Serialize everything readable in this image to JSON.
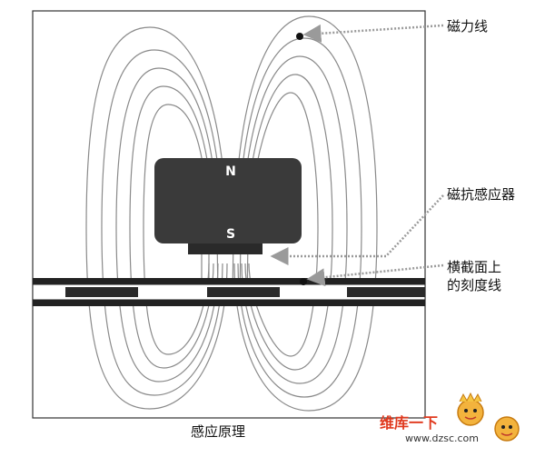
{
  "labels": {
    "magnetic_field_lines": "磁力线",
    "sensor": "磁抗感应器",
    "scale_line_1": "横截面上",
    "scale_line_2": "的刻度线"
  },
  "poles": {
    "north": "N",
    "south": "S"
  },
  "caption": "感应原理",
  "watermark": {
    "text": "维库一下",
    "url": "www.dzsc.com"
  },
  "colors": {
    "field_line": "#8a8a8a",
    "magnet": "#3a3a3a",
    "strip": "#222222",
    "arrow": "#9a9a9a",
    "frame": "#333333",
    "watermark_red": "#e0391e"
  }
}
